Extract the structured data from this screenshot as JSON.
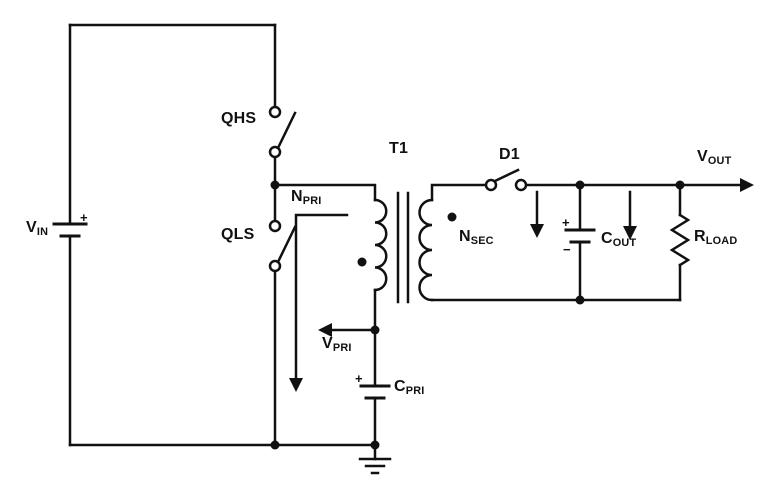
{
  "colors": {
    "line": "#111111",
    "background": "#ffffff"
  },
  "labels": {
    "vin": {
      "main": "V",
      "sub": "IN"
    },
    "qhs": {
      "main": "QHS"
    },
    "qls": {
      "main": "QLS"
    },
    "npri": {
      "main": "N",
      "sub": "PRI"
    },
    "vpri": {
      "main": "V",
      "sub": "PRI"
    },
    "cpri": {
      "main": "C",
      "sub": "PRI"
    },
    "t1": {
      "main": "T1"
    },
    "nsec": {
      "main": "N",
      "sub": "SEC"
    },
    "d1": {
      "main": "D1"
    },
    "cout": {
      "main": "C",
      "sub": "OUT"
    },
    "rload": {
      "main": "R",
      "sub": "LOAD"
    },
    "vout": {
      "main": "V",
      "sub": "OUT"
    }
  },
  "polarity_marks": {
    "vin_plus": "+",
    "cout_plus": "+",
    "cout_minus": "−",
    "cpri_plus": "+"
  }
}
